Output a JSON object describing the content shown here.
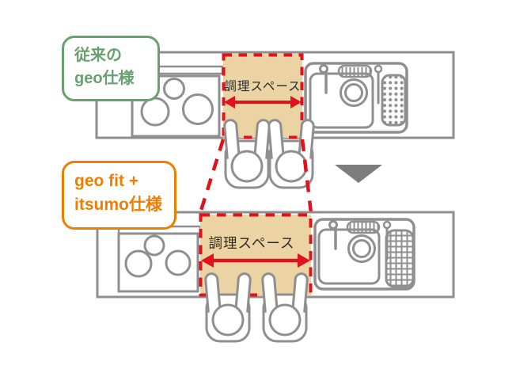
{
  "title": "geo kitchen cooking-space comparison diagram",
  "colors": {
    "green": "#68a06e",
    "orange": "#ee7e00",
    "red": "#e0131c",
    "beige": "#ecd3a4",
    "line_gray": "#8f8f8f",
    "arrow_gray": "#7d7d7d",
    "text_dark": "#2b2b2b"
  },
  "labels": {
    "conventional": {
      "line1": "従来の",
      "line2": "geo仕様"
    },
    "new": {
      "line1": "geo fit +",
      "line2": "itsumo仕様"
    }
  },
  "diagrams": {
    "top": {
      "cooking_space_label": "調理スペース"
    },
    "bottom": {
      "cooking_space_label": "調理スペース"
    }
  },
  "icons": {
    "transition": "down-triangle-icon",
    "cooking_width": "double-headed-arrow-icon"
  }
}
